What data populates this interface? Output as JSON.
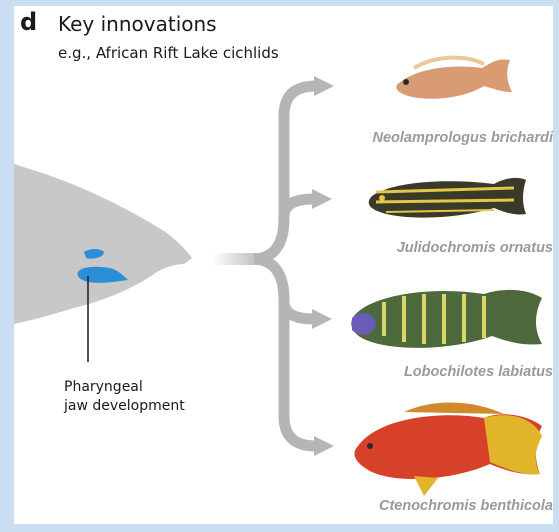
{
  "panel": {
    "letter": "d",
    "title": "Key innovations",
    "subtitle": "e.g., African Rift Lake cichlids"
  },
  "annotation": {
    "line1": "Pharyngeal",
    "line2": "jaw development"
  },
  "species": [
    {
      "name": "Neolamprologus brichardi"
    },
    {
      "name": "Julidochromis ornatus"
    },
    {
      "name": "Lobochilotes labiatus"
    },
    {
      "name": "Ctenochromis benthicola"
    }
  ],
  "colors": {
    "background": "#c9def0",
    "fish_silhouette": "#c8c8c8",
    "jaw_highlight": "#2a8fd6",
    "arrow": "#b5b5b5",
    "species_label": "#9a9a9a"
  }
}
